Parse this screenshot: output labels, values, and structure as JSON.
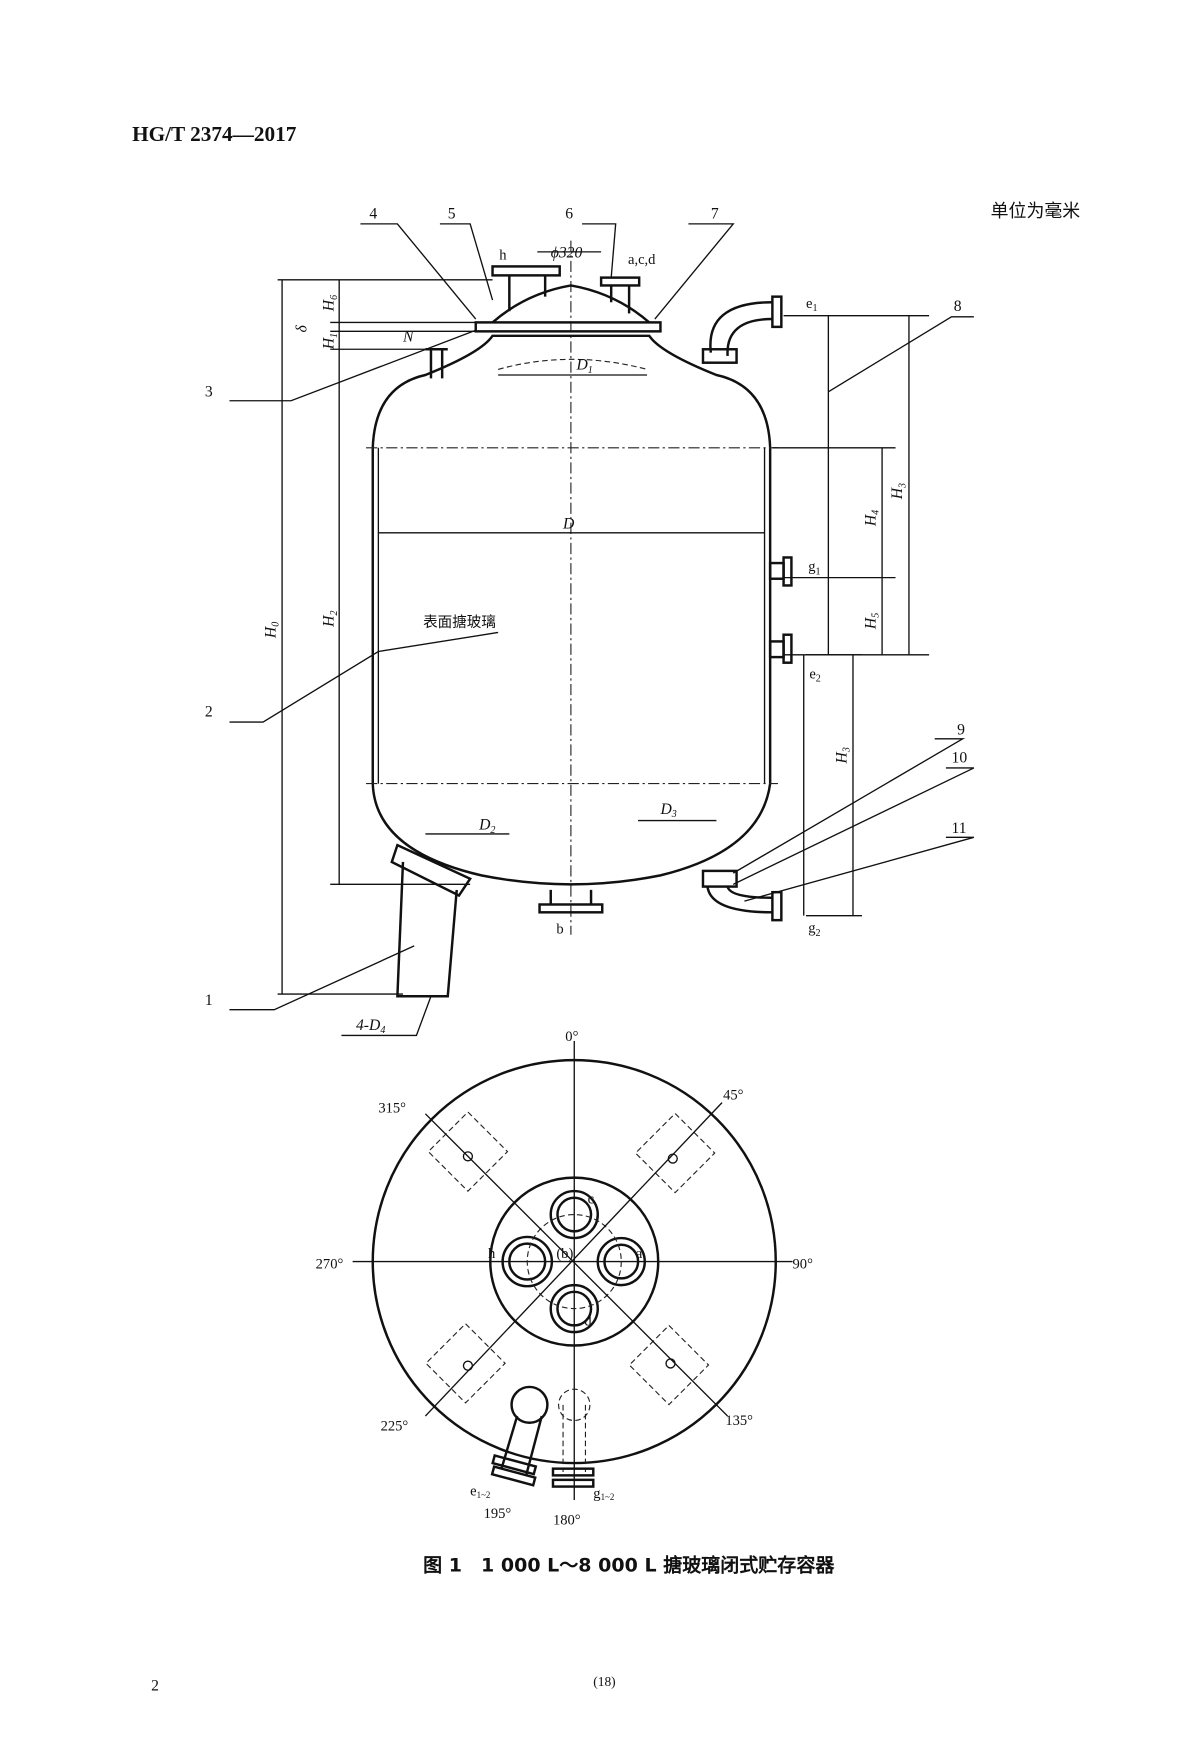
{
  "header": {
    "standard_no": "HG/T 2374—2017",
    "unit_note": "单位为毫米"
  },
  "elevation": {
    "callouts": [
      "1",
      "2",
      "3",
      "4",
      "5",
      "6",
      "7",
      "8",
      "9",
      "10",
      "11"
    ],
    "nozzles": {
      "h": "h",
      "acd": "a,c,d",
      "e1": "e",
      "e1_sub": "1",
      "e2": "e",
      "e2_sub": "2",
      "g1": "g",
      "g1_sub": "1",
      "g2": "g",
      "g2_sub": "2",
      "b": "b"
    },
    "dims": {
      "phi320": "ϕ320",
      "H0": "H",
      "H0_sub": "0",
      "H1": "H",
      "H1_sub": "1",
      "H2": "H",
      "H2_sub": "2",
      "H3a": "H",
      "H3a_sub": "3",
      "H3b": "H",
      "H3b_sub": "3",
      "H4": "H",
      "H4_sub": "4",
      "H5": "H",
      "H5_sub": "5",
      "H6": "H",
      "H6_sub": "6",
      "delta": "δ",
      "N": "N",
      "D": "D",
      "D1": "D",
      "D1_sub": "1",
      "D2": "D",
      "D2_sub": "2",
      "D3": "D",
      "D3_sub": "3",
      "D4": "4-D",
      "D4_sub": "4"
    },
    "surface_note": "表面搪玻璃"
  },
  "plan": {
    "angles": [
      "0°",
      "45°",
      "90°",
      "135°",
      "180°",
      "195°",
      "225°",
      "270°",
      "315°"
    ],
    "nozzles": {
      "a": "a",
      "b": "(b)",
      "c": "c",
      "d": "d",
      "h": "h",
      "e12": "e",
      "e12_sub": "1~2",
      "g12": "g",
      "g12_sub": "1~2"
    }
  },
  "caption": "图 1　1 000 L～8 000 L 搪玻璃闭式贮存容器",
  "footer": {
    "page": "2",
    "page_in_doc": "(18)"
  }
}
